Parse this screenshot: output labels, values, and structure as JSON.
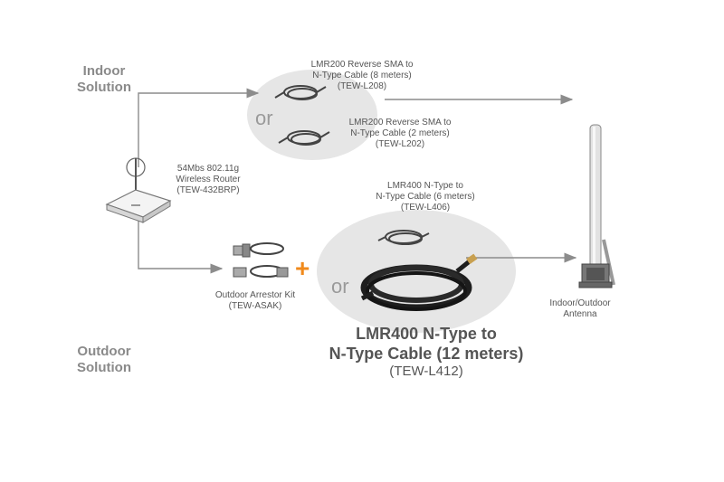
{
  "sections": {
    "indoor": "Indoor\nSolution",
    "outdoor": "Outdoor\nSolution"
  },
  "connector_or": "or",
  "plus": "+",
  "router": {
    "label": "54Mbs 802.11g\nWireless Router\n(TEW-432BRP)"
  },
  "indoor_cables": [
    {
      "label": "LMR200 Reverse SMA to\nN-Type Cable (8 meters)\n(TEW-L208)"
    },
    {
      "label": "LMR200 Reverse SMA to\nN-Type Cable (2 meters)\n(TEW-L202)"
    }
  ],
  "arrestor": {
    "label": "Outdoor Arrestor Kit\n(TEW-ASAK)"
  },
  "outdoor_cables": {
    "small": {
      "label": "LMR400 N-Type to\nN-Type Cable (6 meters)\n(TEW-L406)"
    },
    "large": {
      "title": "LMR400 N-Type to\nN-Type Cable (12 meters)",
      "model": "(TEW-L412)"
    }
  },
  "antenna": {
    "label": "Indoor/Outdoor\nAntenna"
  },
  "colors": {
    "ellipse": "#e6e6e6",
    "arrow": "#8c8c8c",
    "plus": "#f08a1c"
  }
}
